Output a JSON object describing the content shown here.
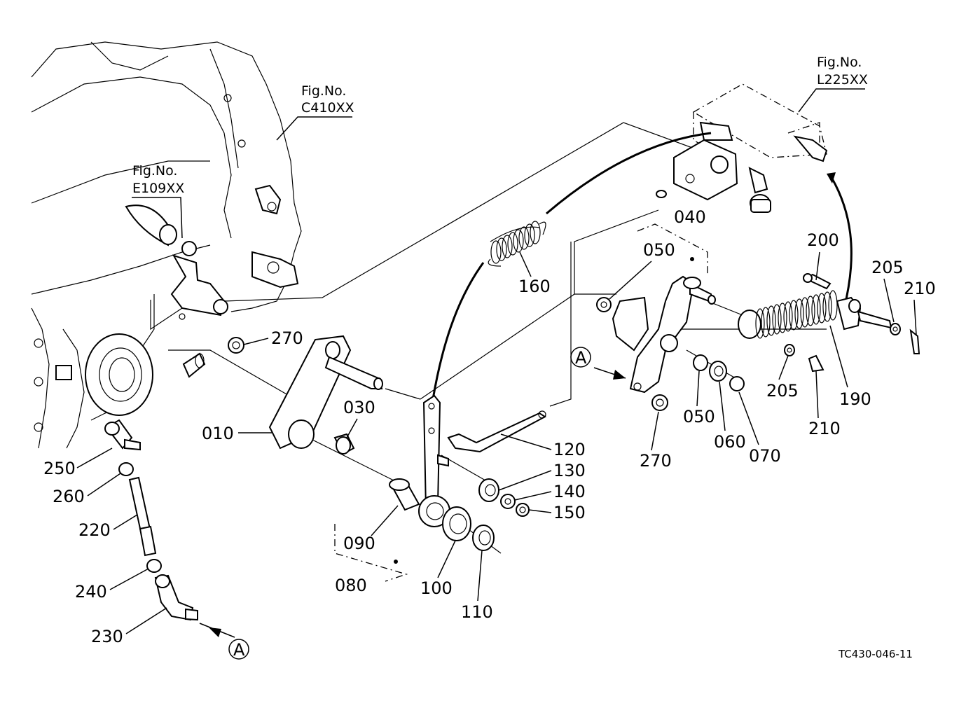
{
  "figure_code": "TC430-046-11",
  "references": [
    {
      "id": "ref-c410",
      "title": "Fig.No.",
      "code": "C410XX"
    },
    {
      "id": "ref-e109",
      "title": "Fig.No.",
      "code": "E109XX"
    },
    {
      "id": "ref-l225",
      "title": "Fig.No.",
      "code": "L225XX"
    }
  ],
  "callouts": [
    "010",
    "030",
    "040",
    "050",
    "050",
    "060",
    "070",
    "080",
    "090",
    "100",
    "110",
    "120",
    "130",
    "140",
    "150",
    "160",
    "190",
    "200",
    "205",
    "205",
    "210",
    "210",
    "220",
    "230",
    "240",
    "250",
    "260",
    "270",
    "270"
  ],
  "view_marker": "A"
}
